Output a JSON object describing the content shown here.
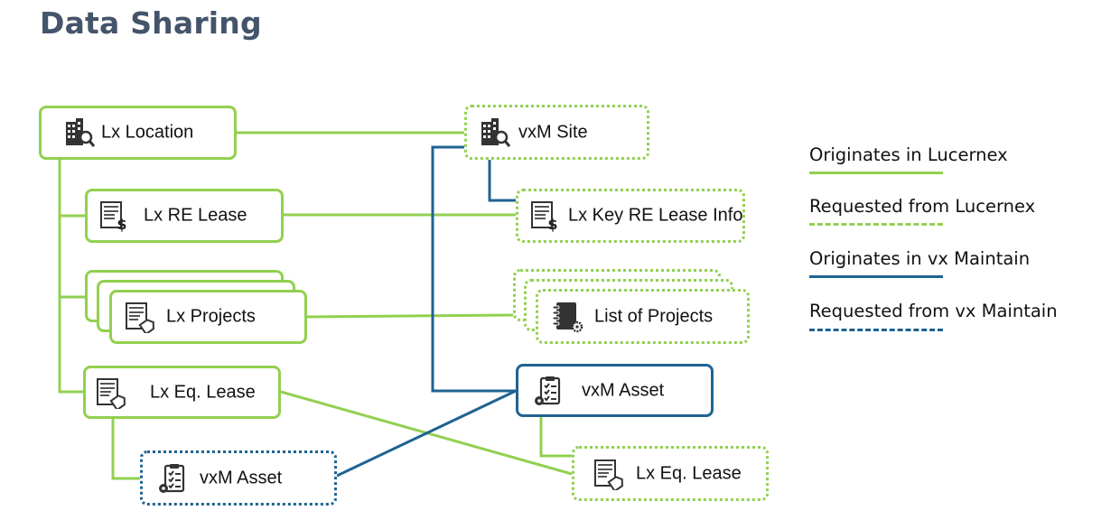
{
  "page": {
    "title": "Data Sharing"
  },
  "nodes": {
    "lx_location": {
      "label": "Lx Location",
      "icon": "building-search-icon"
    },
    "vxm_site": {
      "label": "vxM Site",
      "icon": "building-search-icon"
    },
    "lx_re_lease": {
      "label": "Lx RE Lease",
      "icon": "document-dollar-icon"
    },
    "lx_key_re_lease_info": {
      "label": "Lx Key RE Lease Info",
      "icon": "document-dollar-icon"
    },
    "lx_projects": {
      "label": "Lx Projects",
      "icon": "document-tag-icon"
    },
    "list_of_projects": {
      "label": "List of Projects",
      "icon": "notebook-gear-icon"
    },
    "lx_eq_lease_left": {
      "label": "Lx Eq. Lease",
      "icon": "document-tag-icon"
    },
    "vxm_asset_right": {
      "label": "vxM Asset",
      "icon": "clipboard-checklist-gear-icon"
    },
    "vxm_asset_bottom": {
      "label": "vxM Asset",
      "icon": "clipboard-checklist-gear-icon"
    },
    "lx_eq_lease_right": {
      "label": "Lx Eq. Lease",
      "icon": "document-tag-icon"
    }
  },
  "legend": {
    "items": [
      {
        "label": "Originates in Lucernex",
        "style": "solid",
        "color": "#92D050"
      },
      {
        "label": "Requested from Lucernex",
        "style": "dashed",
        "color": "#92D050"
      },
      {
        "label": "Originates in vx Maintain",
        "style": "solid",
        "color": "#1F6391"
      },
      {
        "label": "Requested from vx Maintain",
        "style": "dashed",
        "color": "#1F6391"
      }
    ]
  },
  "colors": {
    "green": "#92D050",
    "blue": "#1F6391",
    "title": "#44546A"
  }
}
